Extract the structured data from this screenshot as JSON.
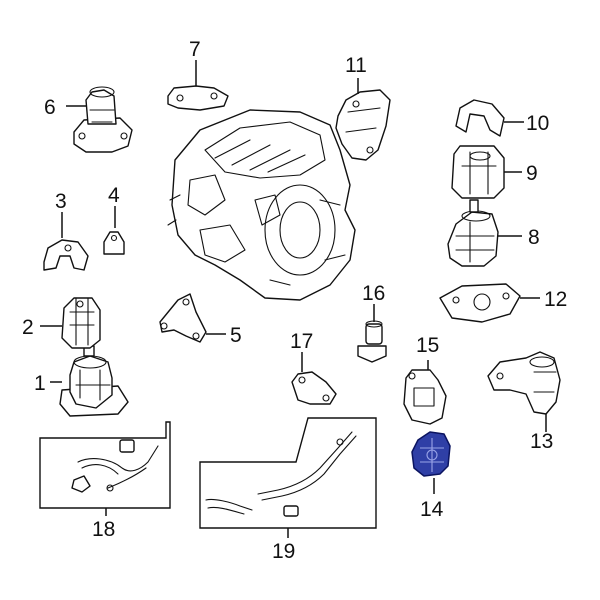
{
  "callouts": [
    {
      "id": "c1",
      "number": "1"
    },
    {
      "id": "c2",
      "number": "2"
    },
    {
      "id": "c3",
      "number": "3"
    },
    {
      "id": "c4",
      "number": "4"
    },
    {
      "id": "c5",
      "number": "5"
    },
    {
      "id": "c6",
      "number": "6"
    },
    {
      "id": "c7",
      "number": "7"
    },
    {
      "id": "c8",
      "number": "8"
    },
    {
      "id": "c9",
      "number": "9"
    },
    {
      "id": "c10",
      "number": "10"
    },
    {
      "id": "c11",
      "number": "11"
    },
    {
      "id": "c12",
      "number": "12"
    },
    {
      "id": "c13",
      "number": "13"
    },
    {
      "id": "c14",
      "number": "14"
    },
    {
      "id": "c15",
      "number": "15"
    },
    {
      "id": "c16",
      "number": "16"
    },
    {
      "id": "c17",
      "number": "17"
    },
    {
      "id": "c18",
      "number": "18"
    },
    {
      "id": "c19",
      "number": "19"
    }
  ],
  "highlighted_part": "14",
  "colors": {
    "highlight": "#2f3fa6",
    "line": "#111111",
    "background": "#ffffff"
  }
}
